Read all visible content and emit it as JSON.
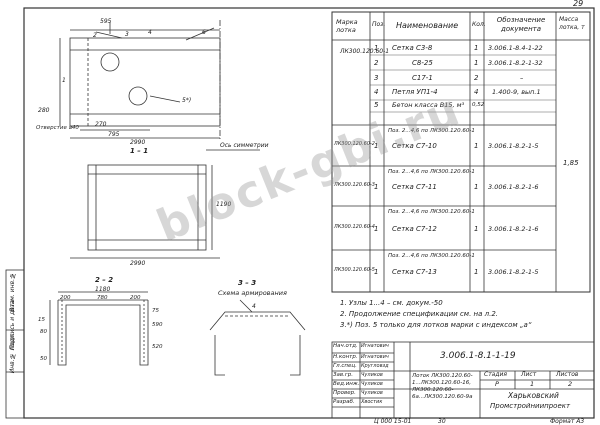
{
  "sheet": {
    "page_number": "29",
    "doc_number": "3.006.1-8.1-1-19",
    "footer_code": "Ц 000 15-01",
    "footer_num": "30",
    "format": "Формат А3"
  },
  "spec_table": {
    "headers": {
      "mark": "Марка лотка",
      "pos": "Поз.",
      "name": "Наименование",
      "qty": "Кол.",
      "designation": "Обозначение документа",
      "mass": "Масса лотка, т"
    },
    "group1_mark": "ЛК300.120.60-1",
    "group1_rows": [
      {
        "pos": "1",
        "name": "Сетка  С3-8",
        "qty": "1",
        "doc": "3.006.1-8.4-1-22"
      },
      {
        "pos": "2",
        "name": "С8-25",
        "qty": "1",
        "doc": "3.006.1-8.2-1-32"
      },
      {
        "pos": "3",
        "name": "С17-1",
        "qty": "2",
        "doc": "–"
      },
      {
        "pos": "4",
        "name": "Петля  УП1-4",
        "qty": "4",
        "doc": "1.400-9, вып.1"
      },
      {
        "pos": "5",
        "name": "Бетон класса В15, м³",
        "qty": "0,52",
        "doc": ""
      }
    ],
    "groups": [
      {
        "mark": "ЛК300.120.60-2",
        "note": "Поз. 2...4,6 по ЛК300.120.60-1",
        "pos": "1",
        "name": "Сетка  С7-10",
        "qty": "1",
        "doc": "3.006.1-8.2-1-5"
      },
      {
        "mark": "ЛК300.120.60-3",
        "note": "Поз. 2...4,6 по ЛК300.120.60-1",
        "pos": "1",
        "name": "Сетка  С7-11",
        "qty": "1",
        "doc": "3.006.1-8.2-1-6"
      },
      {
        "mark": "ЛК300.120.60-4",
        "note": "Поз. 2...4,6 по ЛК300.120.60-1",
        "pos": "1",
        "name": "Сетка  С7-12",
        "qty": "1",
        "doc": "3.006.1-8.2-1-6"
      },
      {
        "mark": "ЛК300.120.60-5",
        "note": "Поз. 2...4,6 по ЛК300.120.60-1",
        "pos": "1",
        "name": "Сетка  С7-13",
        "qty": "1",
        "doc": "3.006.1-8.2-1-5"
      }
    ],
    "mass": "1,85"
  },
  "notes": [
    "1. Узлы  1...4 – см. докум.-50",
    "2. Продолжение спецификации  см. на л.2.",
    "3.*) Поз. 5 только для лотков марки с индексом „а“"
  ],
  "title_block": {
    "roles": [
      "Нач.отд.",
      "Н.контр.",
      "Гл.спец.",
      "Зав.гр.",
      "Вед.инж.",
      "Провер.",
      "Разраб."
    ],
    "names": [
      "Игнатович",
      "Игнатович",
      "Кругловзд",
      "Чуликов",
      "Чуликов",
      "Чуликов",
      "Хвостик"
    ],
    "doc_title": "Лоток ЛК300.120.60-1...ЛК300.120.60-16, ЛК300.120.60-6а...ЛК300.120.60-9а",
    "stage_label": "Стадия",
    "sheet_label": "Лист",
    "sheets_label": "Листов",
    "stage": "Р",
    "sheet_no": "1",
    "sheets": "2",
    "org_line1": "Харьковский",
    "org_line2": "Промстройниипроект"
  },
  "drawing": {
    "labels": {
      "section_1": "1 – 1",
      "section_2": "2 – 2",
      "section_3": "3 – 3",
      "scheme": "Схема армирования",
      "axis_symmetry": "Ось симметрии",
      "hole": "Отверстие ⌀40",
      "asterisk_5": "5*)"
    },
    "dims": {
      "top_len": "595",
      "d_2990_a": "2990",
      "d_2990_b": "2990",
      "d_795": "795",
      "d_270": "270",
      "d_280": "280",
      "d_1190": "1190",
      "d_1180": "1180",
      "d_200_a": "200",
      "d_780": "780",
      "d_200_b": "200",
      "d_590": "590",
      "d_75": "75",
      "d_520": "520",
      "d_80": "80",
      "d_15": "15",
      "d_50": "50"
    },
    "callouts": [
      "2",
      "3",
      "4",
      "1",
      "5",
      "6"
    ],
    "left_stamps": [
      "Инв.№ подл.",
      "Подпись и дата",
      "Взам. инв.№"
    ]
  },
  "watermark": "block-gbi.ru"
}
